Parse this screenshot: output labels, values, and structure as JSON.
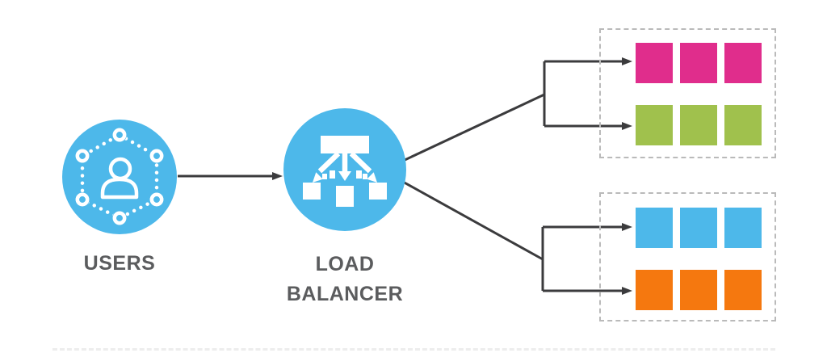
{
  "diagram": {
    "type": "load-balancer-architecture",
    "nodes": {
      "users": {
        "label": "USERS",
        "icon": "users-network-icon"
      },
      "load_balancer": {
        "label": "LOAD BALANCER",
        "icon": "load-balancer-icon"
      }
    },
    "clusters": [
      {
        "name": "server-cluster-top",
        "rows": [
          {
            "name": "server-row-magenta",
            "color": "#E02D8C",
            "count": 3
          },
          {
            "name": "server-row-green",
            "color": "#A0C14D",
            "count": 3
          }
        ]
      },
      {
        "name": "server-cluster-bottom",
        "rows": [
          {
            "name": "server-row-blue",
            "color": "#4DB8EA",
            "count": 3
          },
          {
            "name": "server-row-orange",
            "color": "#F5780F",
            "count": 3
          }
        ]
      }
    ],
    "colors": {
      "node_blue": "#4DB8EA",
      "line": "#3B3B3D",
      "cluster_border": "#BABABA",
      "label_text": "#5B5C5E",
      "background": "#FFFFFF"
    }
  }
}
